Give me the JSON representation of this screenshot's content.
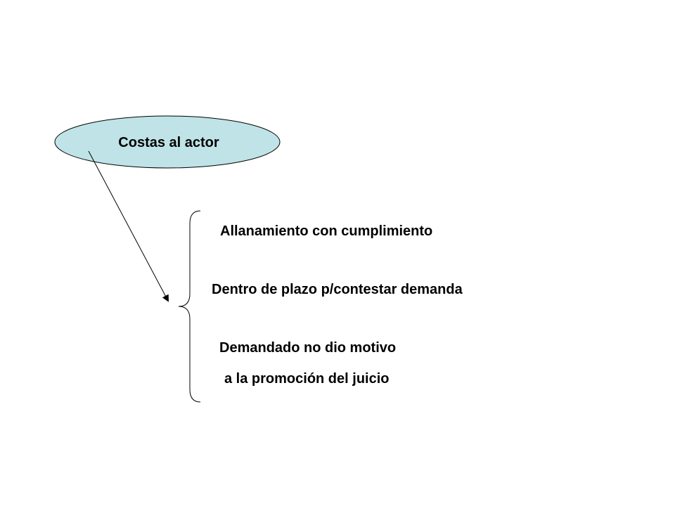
{
  "diagram": {
    "ellipse": {
      "label": "Costas al actor",
      "fill": "#bfe3e6",
      "stroke": "#000000"
    },
    "items": [
      {
        "label": "Allanamiento con cumplimiento"
      },
      {
        "label": "Dentro de plazo p/contestar demanda"
      },
      {
        "label": "Demandado no dio motivo"
      },
      {
        "label": "a la promoción del juicio"
      }
    ],
    "line_color": "#000000"
  }
}
